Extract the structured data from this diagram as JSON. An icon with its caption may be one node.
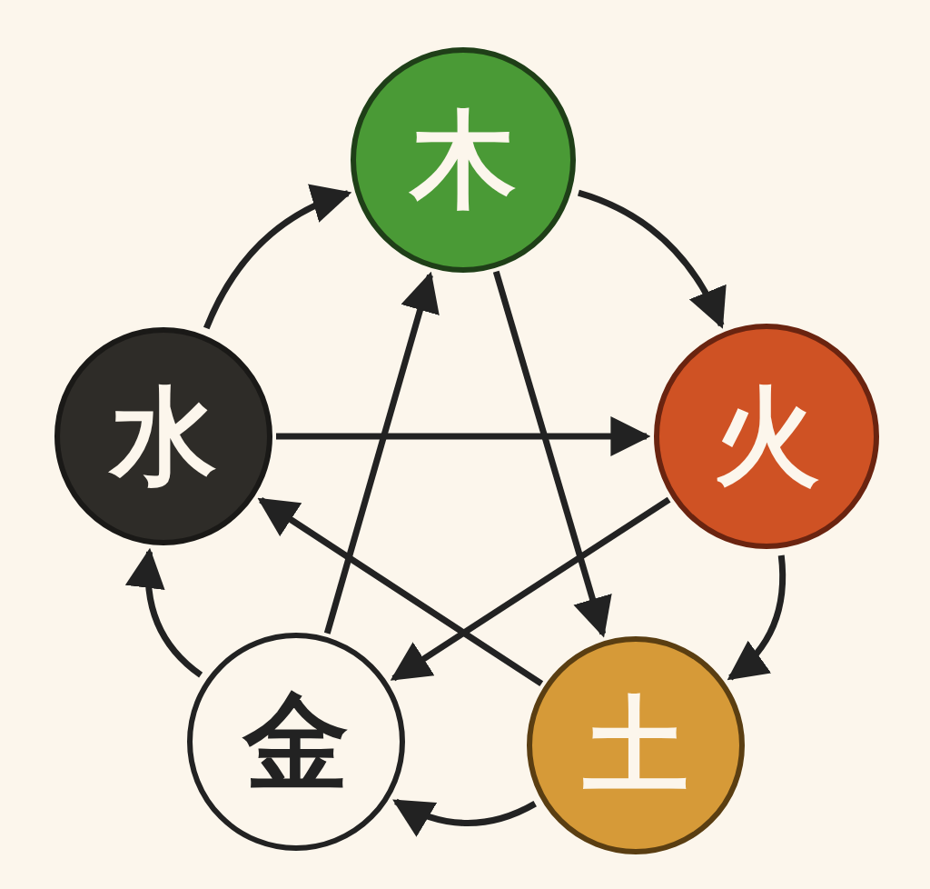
{
  "diagram": {
    "nodes": [
      {
        "text": [
          "木"
        ]
      },
      {
        "text": [
          "火"
        ]
      },
      {
        "text": [
          "土"
        ]
      },
      {
        "text": [
          "金"
        ]
      },
      {
        "text": [
          "水"
        ]
      }
    ],
    "edges": [
      {
        "from": 0,
        "to": 1,
        "arrow": "to"
      },
      {
        "from": 1,
        "to": 2,
        "arrow": "to"
      },
      {
        "from": 2,
        "to": 3,
        "arrow": "to"
      },
      {
        "from": 3,
        "to": 4,
        "arrow": "to"
      },
      {
        "from": 4,
        "to": 0,
        "arrow": "to"
      },
      {
        "from": 0,
        "to": 2,
        "arrow": "to"
      },
      {
        "from": 2,
        "to": 4,
        "arrow": "to"
      },
      {
        "from": 4,
        "to": 1,
        "arrow": "to"
      },
      {
        "from": 1,
        "to": 3,
        "arrow": "to"
      },
      {
        "from": 3,
        "to": 0,
        "arrow": "to"
      }
    ]
  }
}
